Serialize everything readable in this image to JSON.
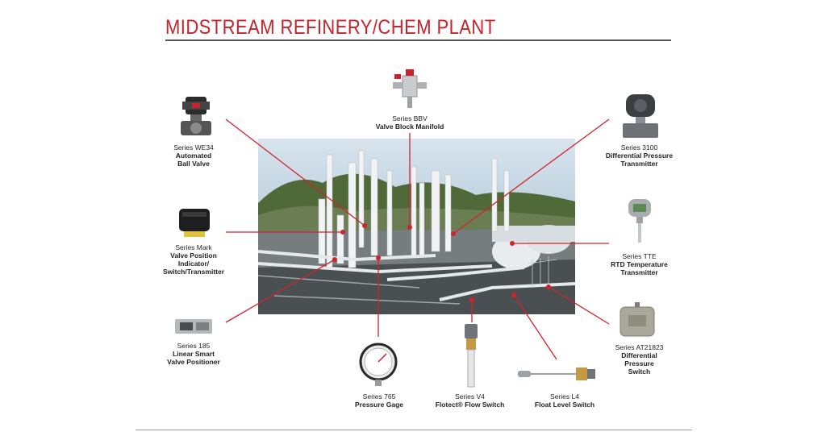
{
  "title": "MIDSTREAM REFINERY/CHEM PLANT",
  "colors": {
    "title": "#c8222a",
    "leader_line": "#d0232b"
  },
  "products": {
    "we34": {
      "series": "Series WE34",
      "name": [
        "Automated",
        "Ball Valve"
      ]
    },
    "mark": {
      "series": "Series Mark",
      "name": [
        "Valve Position",
        "Indicator/",
        "Switch/Transmitter"
      ]
    },
    "s185": {
      "series": "Series 185",
      "name": [
        "Linear Smart",
        "Valve Positioner"
      ]
    },
    "bbv": {
      "series": "Series BBV",
      "name": [
        "Valve Block Manifold"
      ]
    },
    "s765": {
      "series": "Series 765",
      "name": [
        "Pressure Gage"
      ]
    },
    "v4": {
      "series": "Series V4",
      "name": [
        "Flotect® Flow Switch"
      ]
    },
    "l4": {
      "series": "Series L4",
      "name": [
        "Float Level Switch"
      ]
    },
    "s3100": {
      "series": "Series 3100",
      "name": [
        "Differential Pressure",
        "Transmitter"
      ]
    },
    "tte": {
      "series": "Series TTE",
      "name": [
        "RTD Temperature",
        "Transmitter"
      ]
    },
    "at21823": {
      "series": "Series AT21823",
      "name": [
        "Differential",
        "Pressure",
        "Switch"
      ]
    }
  }
}
